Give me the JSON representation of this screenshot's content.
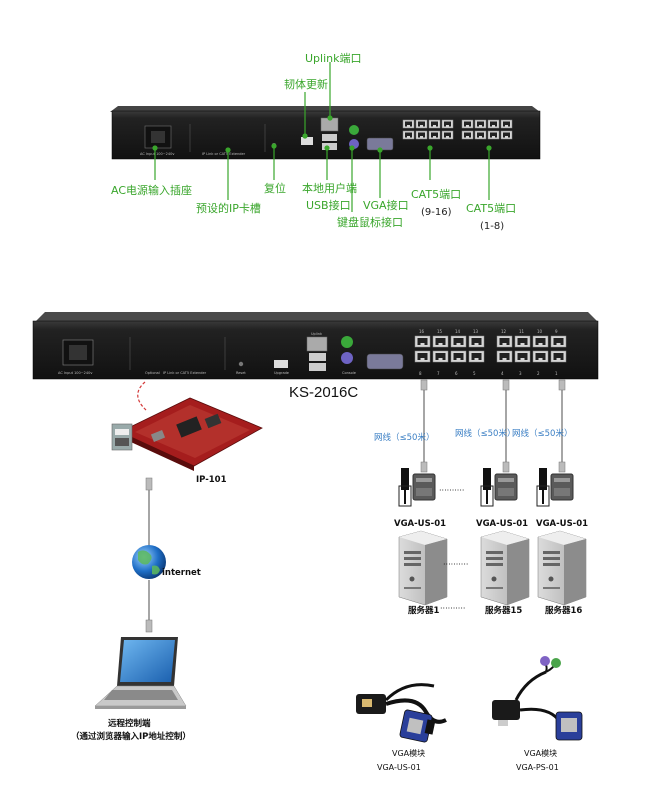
{
  "top_labels": {
    "uplink_port": "Uplink端口",
    "firmware_update": "韧体更新",
    "ac_power": "AC电源输入插座",
    "ip_card_slot": "预设的IP卡槽",
    "reset": "复位",
    "local_user": "本地用户端",
    "usb_port": "USB接口",
    "keyboard_mouse": "键盘鼠标接口",
    "vga_port": "VGA接口",
    "cat5_a": "CAT5端口",
    "cat5_a_range": "(9-16)",
    "cat5_b": "CAT5端口",
    "cat5_b_range": "(1-8)"
  },
  "device": {
    "model": "KS-2016C",
    "panel_ac": "AC Input 100~240v",
    "panel_optional": "Optional",
    "panel_ip_link": "IP Link or CAT5 Extender",
    "panel_reset": "Reset",
    "panel_upgrade": "Upgrade",
    "panel_uplink": "Uplink",
    "panel_console": "Console",
    "port_numbers_top": [
      "16",
      "15",
      "14",
      "13",
      "12",
      "11",
      "10",
      "9"
    ],
    "port_numbers_bottom": [
      "8",
      "7",
      "6",
      "5",
      "4",
      "3",
      "2",
      "1"
    ]
  },
  "diagram": {
    "ip_card": "IP-101",
    "internet": "internet",
    "remote_title": "远程控制端",
    "remote_note": "（通过浏览器输入IP地址控制）",
    "cable_1": "网线（≤50米）",
    "cable_15": "网线（≤50米）",
    "cable_16": "网线（≤50米）",
    "adapter_1": "VGA-US-01",
    "adapter_15": "VGA-US-01",
    "adapter_16": "VGA-US-01",
    "dots": "··········",
    "dots_server": "··········",
    "server_1": "服务器1",
    "server_15": "服务器15",
    "server_16": "服务器16"
  },
  "modules": {
    "us_title": "VGA模块",
    "us_model": "VGA-US-01",
    "ps_title": "VGA模块",
    "ps_model": "VGA-PS-01"
  },
  "colors": {
    "callout_green": "#3aa62c",
    "cable_blue": "#3b7fc4",
    "chassis": "#1c1c1c"
  }
}
